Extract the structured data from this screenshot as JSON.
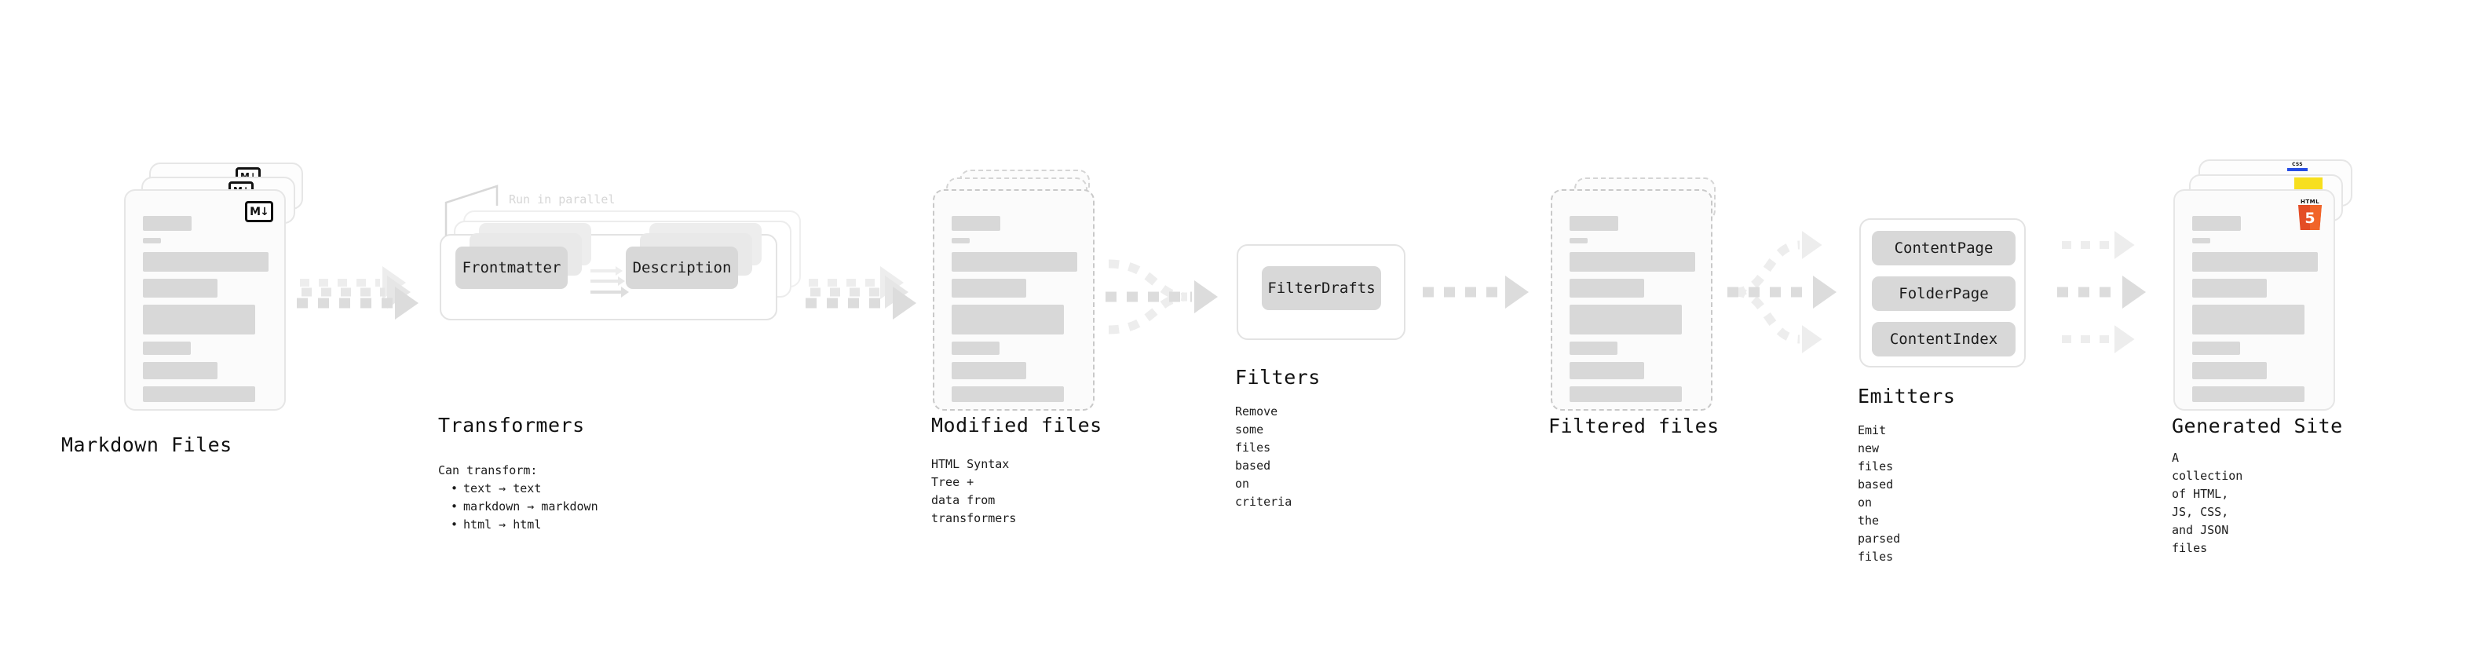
{
  "diagram": {
    "title_sequence": [
      "Markdown Files",
      "Transformers",
      "Modified files",
      "Filters",
      "Filtered files",
      "Emitters",
      "Generated Site"
    ],
    "colors": {
      "skeleton_bar": "#d8d8d8",
      "chip": "#d8d8d8",
      "card_border": "#e6e6e6",
      "dashed_border": "#c9c9c9",
      "arrow": "#d8d8d8",
      "text": "#1c1c1c",
      "muted_text": "#d6d6d6",
      "html5_orange": "#e44d26",
      "js_yellow": "#f7df1e",
      "css_blue": "#264de4"
    }
  },
  "stages": {
    "markdown_files": {
      "title": "Markdown Files",
      "badge_label": "M",
      "badge_arrow": "↓",
      "badge_name": "markdown-badge"
    },
    "transformers": {
      "title": "Transformers",
      "parallel_note": "Run in parallel",
      "chips": [
        "Frontmatter",
        "Description"
      ],
      "caption_lead": "Can transform:",
      "bullets": [
        "text → text",
        "markdown → markdown",
        "html → html"
      ]
    },
    "modified_files": {
      "title": "Modified files",
      "subtitle": "HTML Syntax Tree +\ndata from transformers"
    },
    "filters": {
      "title": "Filters",
      "chips": [
        "FilterDrafts"
      ],
      "subtitle": "Remove some files based\non criteria"
    },
    "filtered_files": {
      "title": "Filtered files",
      "subtitle": ""
    },
    "emitters": {
      "title": "Emitters",
      "chips": [
        "ContentPage",
        "FolderPage",
        "ContentIndex"
      ],
      "subtitle": "Emit new files based on\nthe parsed files"
    },
    "generated_site": {
      "title": "Generated Site",
      "subtitle": "A collection of HTML,\nJS, CSS, and JSON files",
      "badges": [
        "CSS",
        "JS",
        "HTML5"
      ],
      "html5_word": "HTML",
      "html5_digit": "5",
      "css_word": "CSS"
    }
  }
}
